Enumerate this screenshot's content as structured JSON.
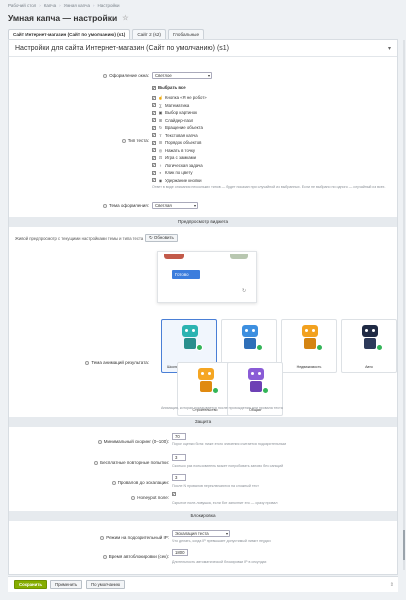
{
  "breadcrumbs": [
    "Рабочий стол",
    "Капча",
    "Умная капча",
    "Настройки"
  ],
  "page_title": "Умная капча — настройки",
  "tabs": [
    {
      "label": "Сайт Интернет-магазин (Сайт по умолчанию) (s1)",
      "active": true
    },
    {
      "label": "Сайт 2 (s2)",
      "active": false
    },
    {
      "label": "Глобальные",
      "active": false
    }
  ],
  "panel_title": "Настройки для сайта Интернет-магазин (Сайт по умолчанию) (s1)",
  "window_design": {
    "label": "Оформление окна",
    "value": "Светлое"
  },
  "select_all": "Выбрать все",
  "test_type_label": "Тип теста",
  "test_types": [
    {
      "label": "Кнопка «Я не робот»",
      "icon": "pointer-icon"
    },
    {
      "label": "Математика",
      "icon": "math-icon"
    },
    {
      "label": "Выбор картинок",
      "icon": "image-icon"
    },
    {
      "label": "Слайдер-пазл",
      "icon": "puzzle-icon"
    },
    {
      "label": "Вращение объекта",
      "icon": "rotate-icon"
    },
    {
      "label": "Текстовая капча",
      "icon": "text-icon"
    },
    {
      "label": "Порядок объектов",
      "icon": "order-icon"
    },
    {
      "label": "Нажать в точку",
      "icon": "target-icon"
    },
    {
      "label": "Игра с замками",
      "icon": "lock-icon"
    },
    {
      "label": "Логическая задача",
      "icon": "bulb-icon"
    },
    {
      "label": "Клик по цвету",
      "icon": "color-icon"
    },
    {
      "label": "Удержание кнопки",
      "icon": "hold-icon"
    }
  ],
  "test_type_note": "Ответ в виде описания нескольких типов — будет показан при случайной из выбранных. Если не выбрано ни одного — случайный из всех.",
  "theme": {
    "label": "Тема оформления",
    "value": "Светлая"
  },
  "preview_section": "Предпросмотр виджета",
  "preview_note": "Живой предпросмотр с текущими настройками темы и типа теста",
  "refresh_label": "Обновить",
  "preview_button": "Готово",
  "animation_label": "Тема анимаций результата",
  "animations": [
    {
      "label": "Школьная (по умолчанию)",
      "head": "#2bb3b1",
      "body": "#2a8f8d",
      "selected": true
    },
    {
      "label": "Медицина",
      "head": "#3d8fe0",
      "body": "#2f6fb8",
      "selected": false
    },
    {
      "label": "Недвижимость",
      "head": "#f2a11f",
      "body": "#d48412",
      "selected": false
    },
    {
      "label": "Авто",
      "head": "#1f2a44",
      "body": "#2d3a5a",
      "selected": false
    },
    {
      "label": "Строительство",
      "head": "#f5a623",
      "body": "#e08a10",
      "selected": false
    },
    {
      "label": "Общая",
      "head": "#8a5cd6",
      "body": "#6d41b5",
      "selected": false
    }
  ],
  "animation_note": "Анимация, которая показывается после прохождения или провала теста",
  "protection_section": "Защита",
  "min_score": {
    "label": "Минимальный скоринг (0–100)",
    "value": "70",
    "note": "Порог оценки бота: ниже этого значения считается подозрительным"
  },
  "free_attempts": {
    "label": "Бесплатные повторные попытки",
    "value": "3",
    "note": "Сколько раз пользователь может попробовать заново без санкций"
  },
  "fails_to_escalation": {
    "label": "Провалов до эскалации",
    "value": "3",
    "note": "После N провалов переключаются на сложный тест"
  },
  "honeypot": {
    "label": "Honeypot поле",
    "checked": "✓",
    "note": "Скрытое поле-ловушка, если бот заполнит его — сразу провал"
  },
  "block_section": "Блокировка",
  "suspicious_mode": {
    "label": "Режим на подозрительный IP",
    "value": "Эскалация теста",
    "note": "Что делать, когда IP превышает допустимый лимит неудач"
  },
  "autoblock_time": {
    "label": "Время автоблокировки (сек)",
    "value": "1800",
    "note": "Длительность автоматической блокировки IP в секундах"
  },
  "footer": {
    "save": "Сохранить",
    "apply": "Применить",
    "default": "По умолчанию"
  },
  "colors": {
    "accent": "#86ad00",
    "link": "#2067b0",
    "button_blue": "#3b7ddd"
  }
}
